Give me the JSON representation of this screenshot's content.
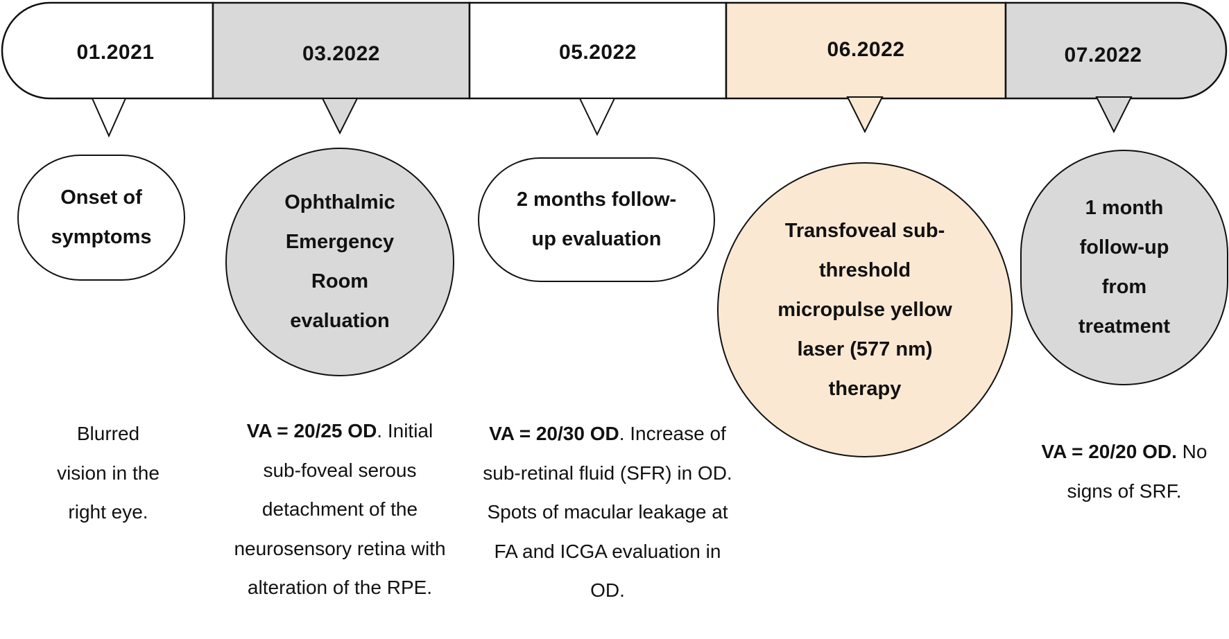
{
  "timeline": [
    {
      "date": "01.2021",
      "fill": "#ffffff",
      "node_label": "Onset of symptoms",
      "description_bold": "",
      "description_text": "Blurred vision in the right eye."
    },
    {
      "date": "03.2022",
      "fill": "#d9d9d9",
      "node_label": "Ophthalmic Emergency Room evaluation",
      "description_bold": "VA = 20/25 OD",
      "description_text": ". Initial sub-foveal serous detachment of the neurosensory retina with alteration of the RPE."
    },
    {
      "date": "05.2022",
      "fill": "#ffffff",
      "node_label": "2 months follow-up evaluation",
      "description_bold": "VA = 20/30 OD",
      "description_text": ". Increase of sub-retinal fluid (SFR) in OD. Spots of macular leakage at FA and ICGA evaluation in OD."
    },
    {
      "date": "06.2022",
      "fill": "#fae8d2",
      "node_label": "Transfoveal sub-threshold micropulse yellow laser (577 nm) therapy",
      "description_bold": "",
      "description_text": ""
    },
    {
      "date": "07.2022",
      "fill": "#d9d9d9",
      "node_label": "1 month follow-up from treatment",
      "description_bold": "VA = 20/20 OD.",
      "description_text": " No signs of SRF."
    }
  ]
}
